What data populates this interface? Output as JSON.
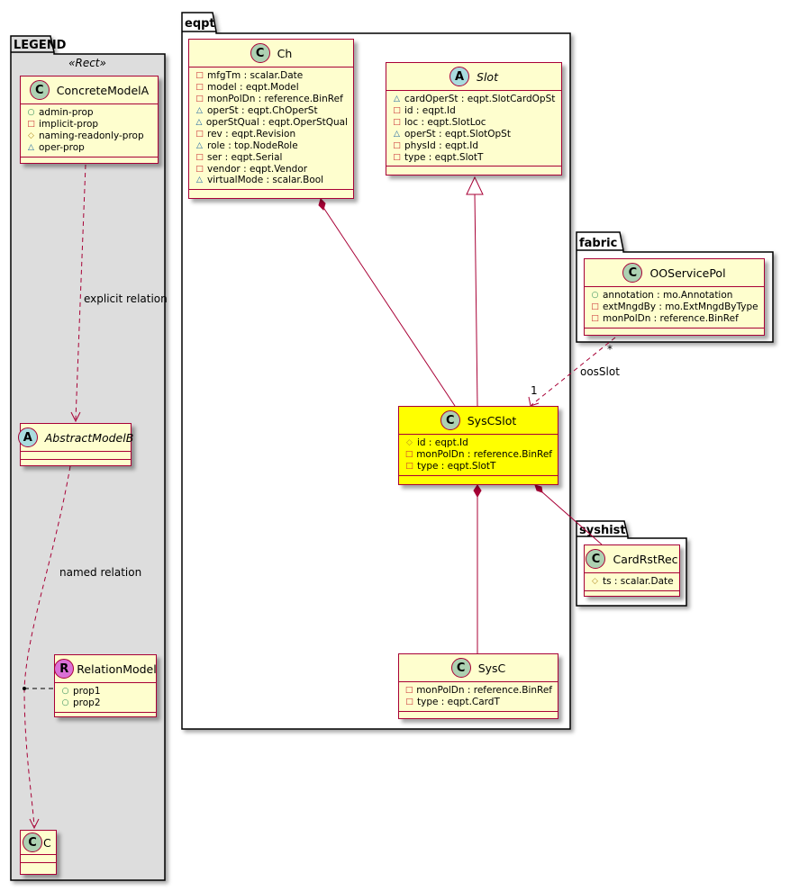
{
  "packages": {
    "legend": "LEGEND",
    "eqpt": "eqpt",
    "fabric": "fabric",
    "syshist": "syshist"
  },
  "legend_stereotype": "«Rect»",
  "colors": {
    "class_fill": "#FEFECE",
    "border": "#A80036",
    "highlight": "#FFFF00",
    "legend_fill": "#DDDDDD",
    "circle_class": "#ADD1B2",
    "circle_abstract": "#A9DCDF",
    "circle_relation": "#DA70D6"
  },
  "visibility_icons": {
    "+": "circle-public",
    "-": "square-private",
    "#": "diamond-protected",
    "~": "triangle-package"
  },
  "classes": {
    "ConcreteModelA": {
      "name": "ConcreteModelA",
      "kind": "C",
      "attrs": [
        [
          "+",
          "admin-prop"
        ],
        [
          "-",
          "implicit-prop"
        ],
        [
          "#",
          "naming-readonly-prop"
        ],
        [
          "~",
          "oper-prop"
        ]
      ]
    },
    "AbstractModelB": {
      "name": "AbstractModelB",
      "kind": "A",
      "attrs": []
    },
    "RelationModel": {
      "name": "RelationModel",
      "kind": "R",
      "attrs": [
        [
          "+",
          "prop1"
        ],
        [
          "+",
          "prop2"
        ]
      ]
    },
    "C": {
      "name": "C",
      "kind": "C",
      "attrs": []
    },
    "Ch": {
      "name": "Ch",
      "kind": "C",
      "attrs": [
        [
          "-",
          "mfgTm : scalar.Date"
        ],
        [
          "-",
          "model : eqpt.Model"
        ],
        [
          "-",
          "monPolDn : reference.BinRef"
        ],
        [
          "~",
          "operSt : eqpt.ChOperSt"
        ],
        [
          "~",
          "operStQual : eqpt.OperStQual"
        ],
        [
          "-",
          "rev : eqpt.Revision"
        ],
        [
          "~",
          "role : top.NodeRole"
        ],
        [
          "-",
          "ser : eqpt.Serial"
        ],
        [
          "-",
          "vendor : eqpt.Vendor"
        ],
        [
          "~",
          "virtualMode : scalar.Bool"
        ]
      ]
    },
    "Slot": {
      "name": "Slot",
      "kind": "A",
      "attrs": [
        [
          "~",
          "cardOperSt : eqpt.SlotCardOpSt"
        ],
        [
          "-",
          "id : eqpt.Id"
        ],
        [
          "-",
          "loc : eqpt.SlotLoc"
        ],
        [
          "~",
          "operSt : eqpt.SlotOpSt"
        ],
        [
          "-",
          "physId : eqpt.Id"
        ],
        [
          "-",
          "type : eqpt.SlotT"
        ]
      ]
    },
    "SysCSlot": {
      "name": "SysCSlot",
      "kind": "C",
      "highlight": true,
      "attrs": [
        [
          "#",
          "id : eqpt.Id"
        ],
        [
          "-",
          "monPolDn : reference.BinRef"
        ],
        [
          "-",
          "type : eqpt.SlotT"
        ]
      ]
    },
    "SysC": {
      "name": "SysC",
      "kind": "C",
      "attrs": [
        [
          "-",
          "monPolDn : reference.BinRef"
        ],
        [
          "-",
          "type : eqpt.CardT"
        ]
      ]
    },
    "OOServicePol": {
      "name": "OOServicePol",
      "kind": "C",
      "attrs": [
        [
          "+",
          "annotation : mo.Annotation"
        ],
        [
          "-",
          "extMngdBy : mo.ExtMngdByType"
        ],
        [
          "-",
          "monPolDn : reference.BinRef"
        ]
      ]
    },
    "CardRstRec": {
      "name": "CardRstRec",
      "kind": "C",
      "attrs": [
        [
          "#",
          "ts : scalar.Date"
        ]
      ]
    }
  },
  "relations": {
    "explicit": "explicit relation",
    "named": "named relation",
    "oos_label": "oosSlot",
    "oos_source_mult": "*",
    "oos_target_mult": "1"
  }
}
